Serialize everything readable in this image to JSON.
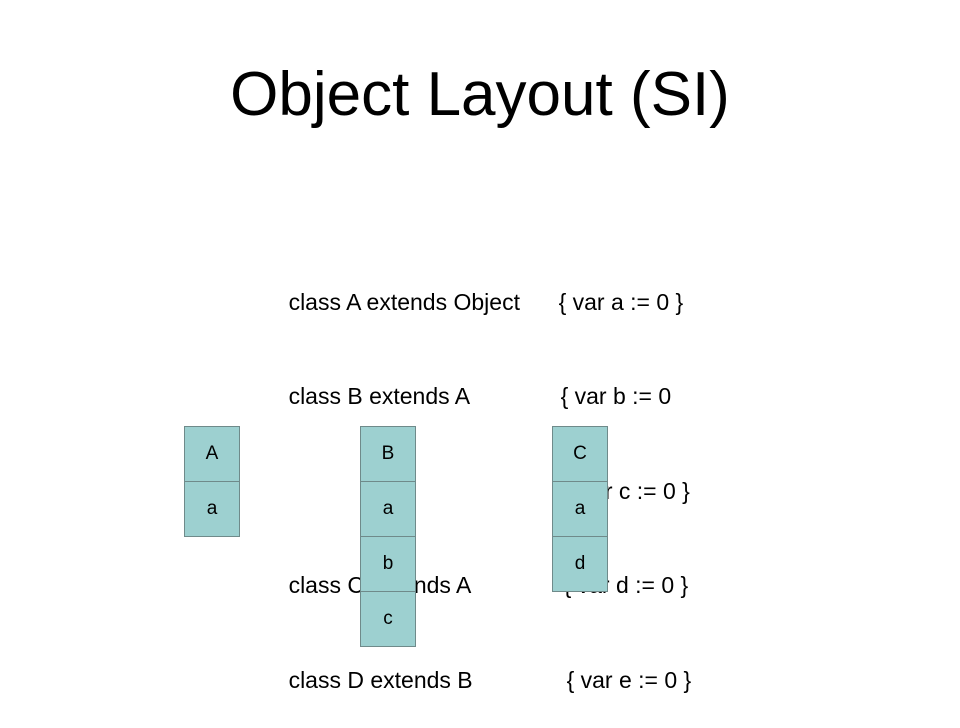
{
  "title": "Object Layout (SI)",
  "code": [
    {
      "left": "class A extends Object",
      "right": "{ var a := 0 }"
    },
    {
      "left": "class B extends A",
      "right": "{ var b := 0"
    },
    {
      "left": "",
      "right": "var c := 0 }"
    },
    {
      "left": "class C extends A",
      "right": "{ var d := 0 }"
    },
    {
      "left": "class D extends B",
      "right": "{ var e := 0 }"
    }
  ],
  "layouts": [
    {
      "cells": [
        "A",
        "a"
      ]
    },
    {
      "cells": [
        "B",
        "a",
        "b",
        "c"
      ]
    },
    {
      "cells": [
        "C",
        "a",
        "d"
      ]
    }
  ],
  "colors": {
    "cell_fill": "#9dd0d0",
    "cell_border": "#6f8a8a"
  }
}
